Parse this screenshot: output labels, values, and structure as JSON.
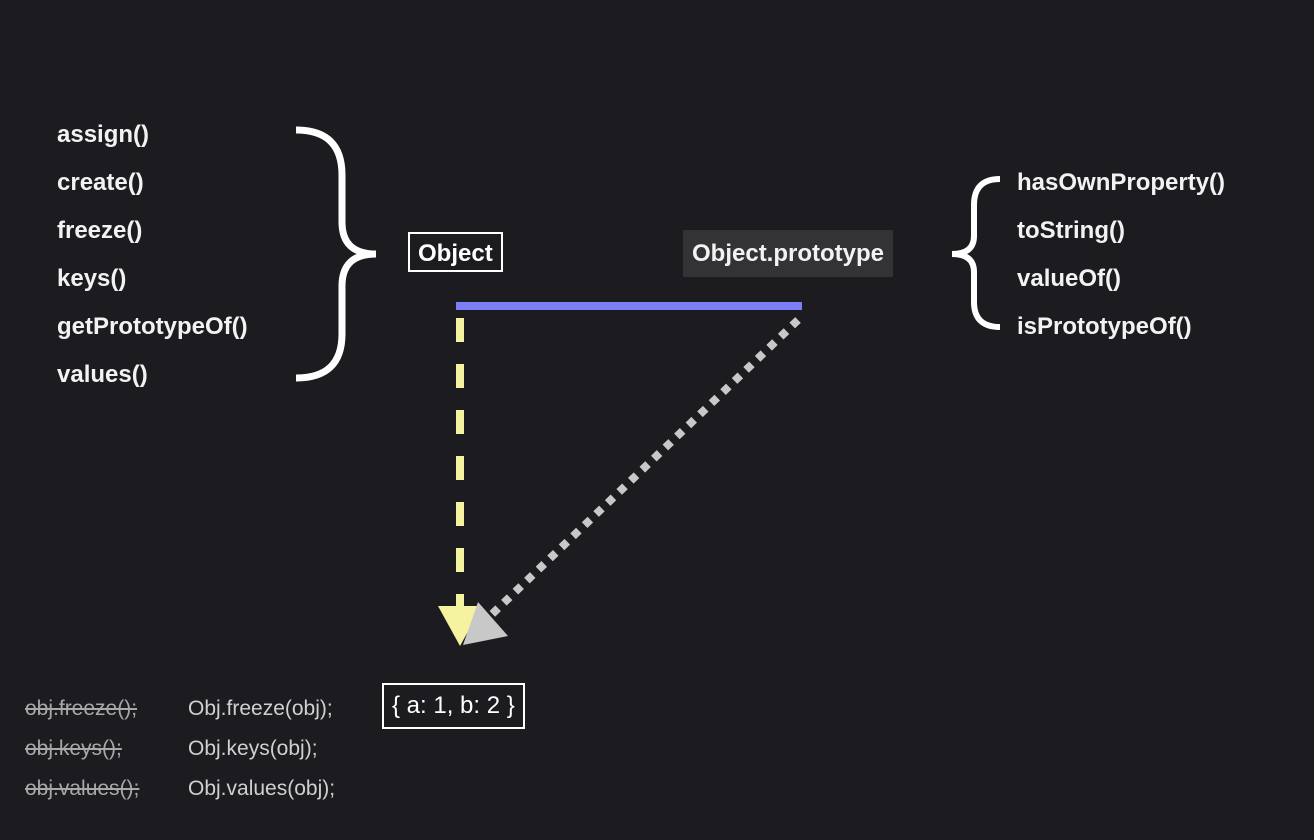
{
  "diagram": {
    "static_methods": [
      "assign()",
      "create()",
      "freeze()",
      "keys()",
      "getPrototypeOf()",
      "values()"
    ],
    "object_label": "Object",
    "prototype_label": "Object.prototype",
    "prototype_methods": [
      "hasOwnProperty()",
      "toString()",
      "valueOf()",
      "isPrototypeOf()"
    ],
    "instance_literal": "{ a: 1, b: 2 }",
    "code_comparisons": [
      {
        "old": "obj.freeze();",
        "new": "Obj.freeze(obj);"
      },
      {
        "old": "obj.keys();",
        "new": "Obj.keys(obj);"
      },
      {
        "old": "obj.values();",
        "new": "Obj.values(obj);"
      }
    ],
    "colors": {
      "background": "#1c1b20",
      "link_bar": "#7b7ef5",
      "constructor_arrow": "#f6f3a0",
      "prototype_arrow": "#c8c8c8",
      "prototype_box": "#333336"
    }
  }
}
